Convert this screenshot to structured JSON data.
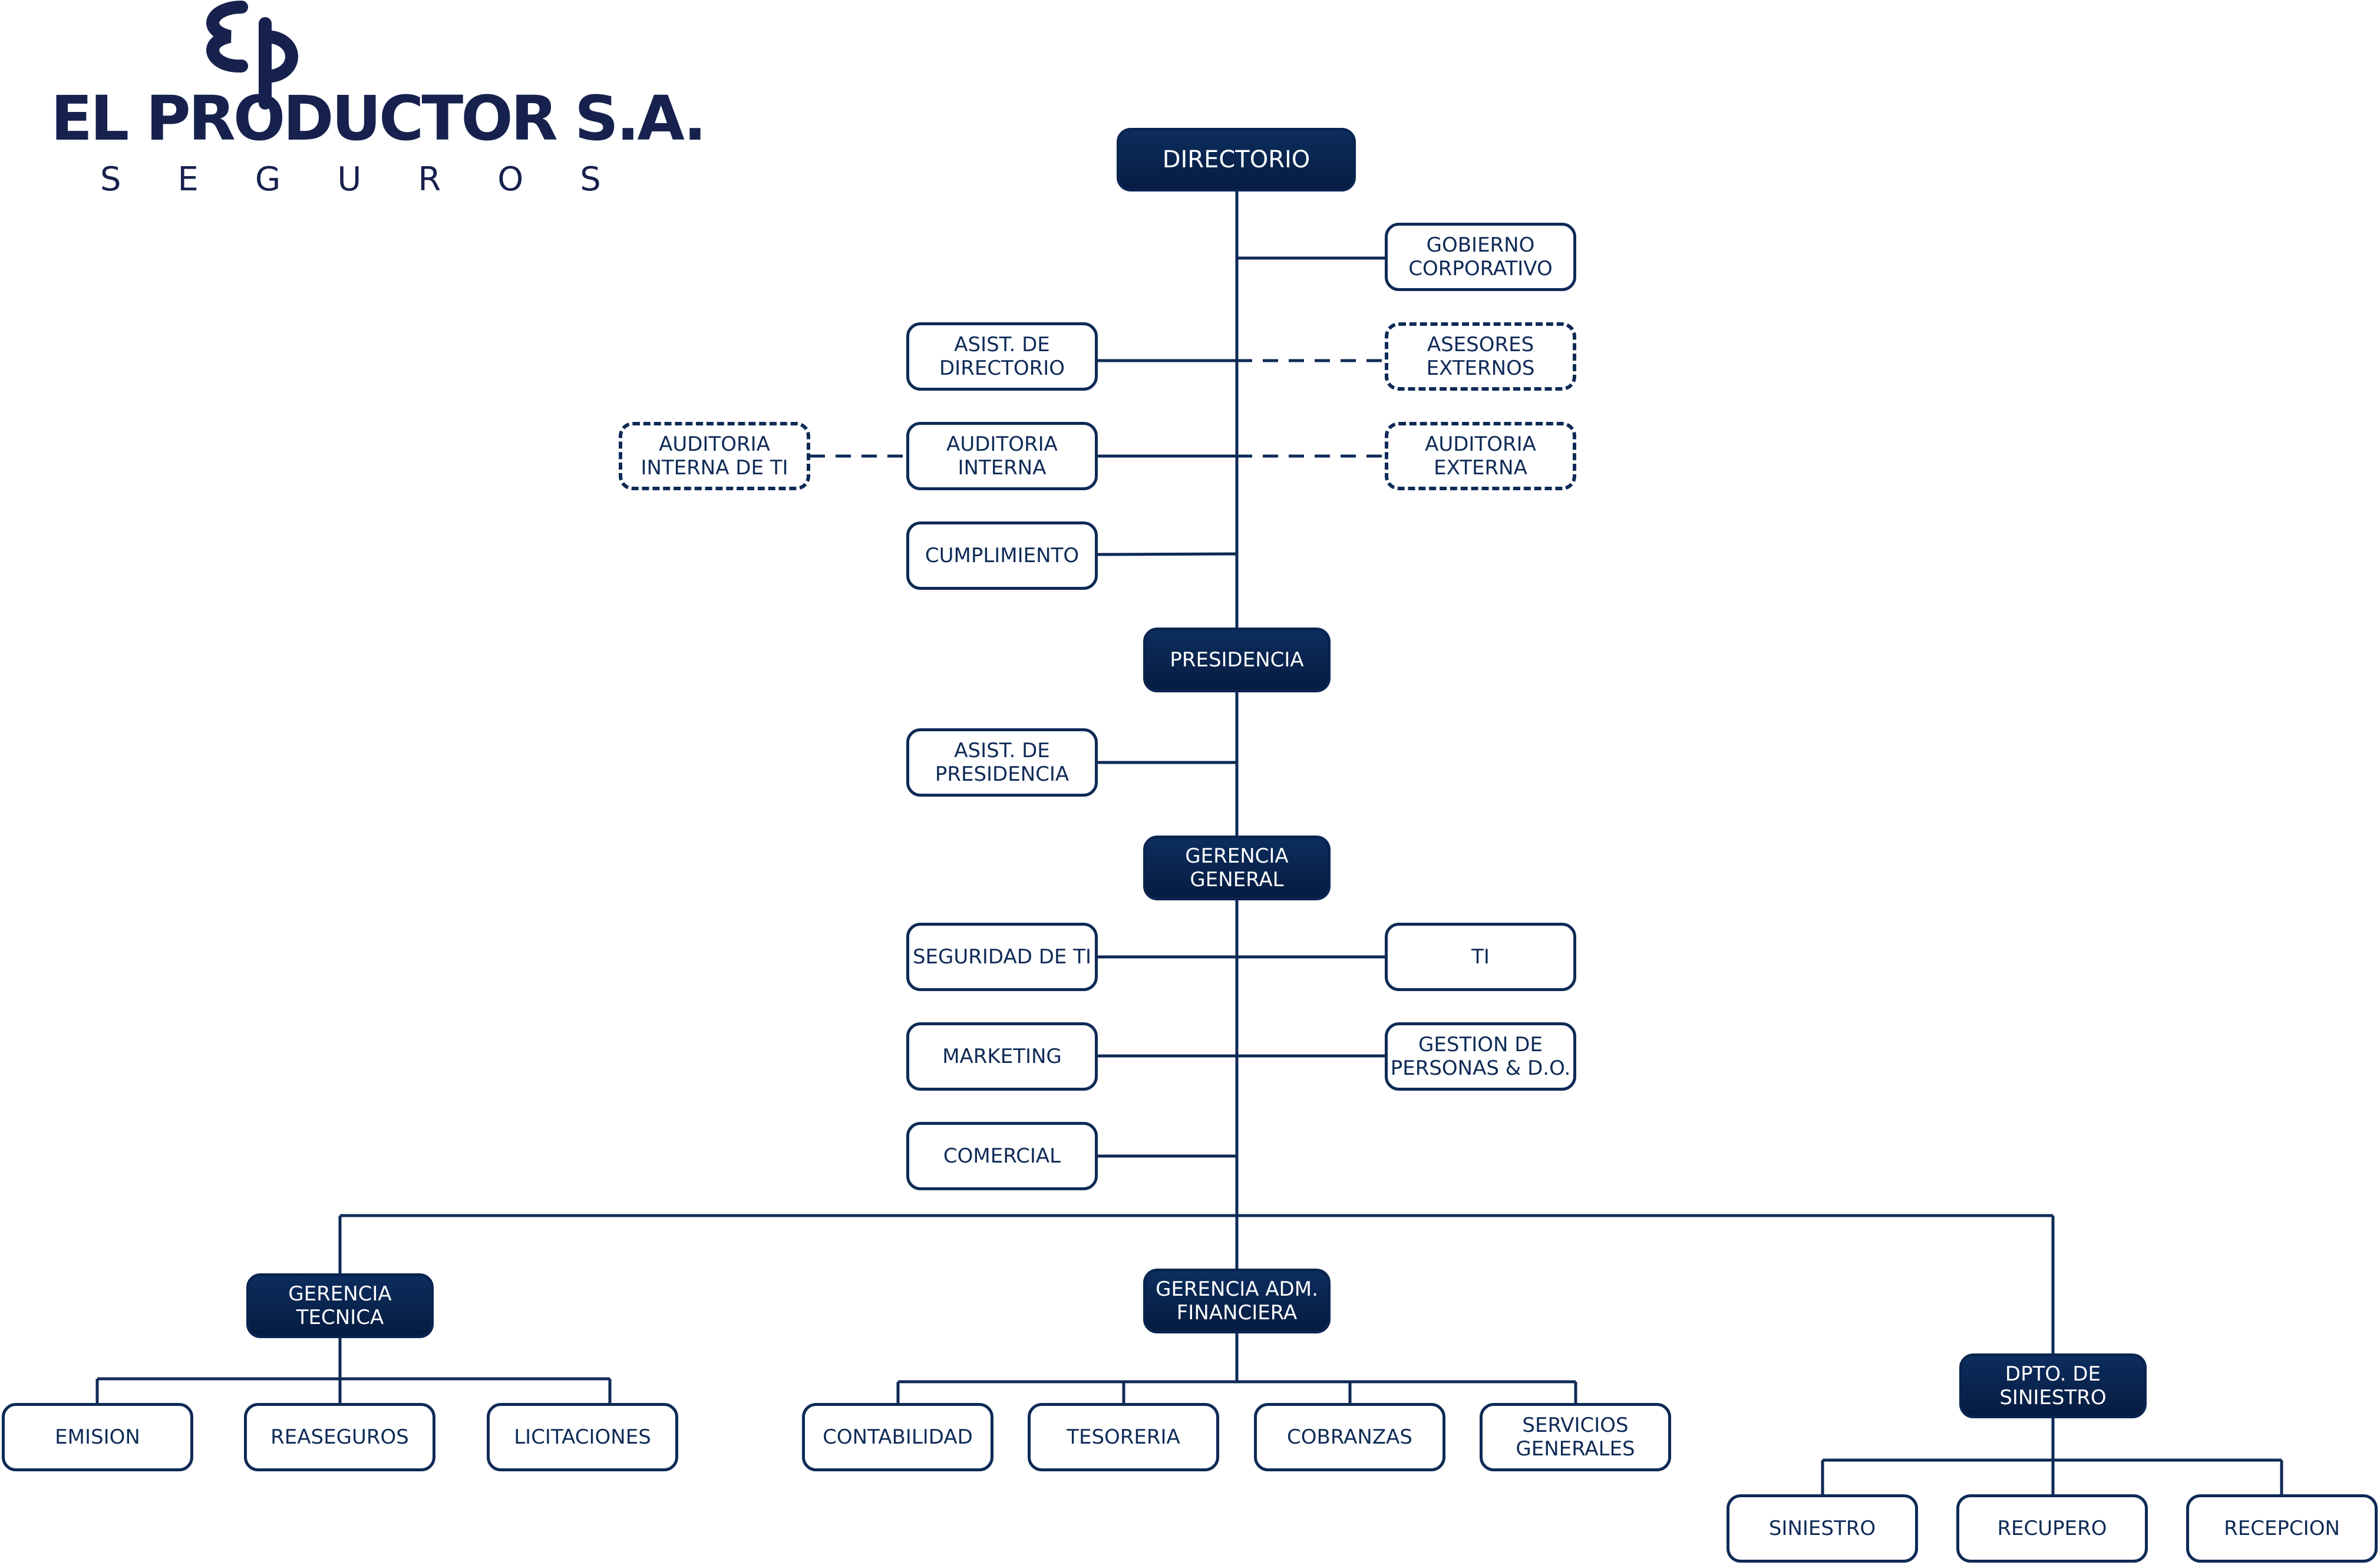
{
  "company": {
    "name": "EL PRODUCTOR S.A.",
    "tagline": "SEGUROS",
    "logo_icon": "ep-monogram-icon"
  },
  "colors": {
    "line": "#0e2a56",
    "dark_box": "#0a2a5a",
    "logo": "#16214d"
  },
  "nodes": {
    "directorio": "DIRECTORIO",
    "gobierno": "GOBIERNO\nCORPORATIVO",
    "asist_directorio": "ASIST. DE\nDIRECTORIO",
    "asesores": "ASESORES\nEXTERNOS",
    "auditoria_interna_ti": "AUDITORIA\nINTERNA DE TI",
    "auditoria_interna": "AUDITORIA\nINTERNA",
    "auditoria_externa": "AUDITORIA\nEXTERNA",
    "cumplimiento": "CUMPLIMIENTO",
    "presidencia": "PRESIDENCIA",
    "asist_presidencia": "ASIST. DE\nPRESIDENCIA",
    "gerencia_general": "GERENCIA\nGENERAL",
    "seguridad_ti": "SEGURIDAD DE TI",
    "ti": "TI",
    "marketing": "MARKETING",
    "gestion_personas": "GESTION DE\nPERSONAS & D.O.",
    "comercial": "COMERCIAL",
    "gerencia_tecnica": "GERENCIA\nTECNICA",
    "gerencia_adm": "GERENCIA ADM.\nFINANCIERA",
    "dpto_siniestro": "DPTO. DE\nSINIESTRO",
    "emision": "EMISION",
    "reaseguros": "REASEGUROS",
    "licitaciones": "LICITACIONES",
    "contabilidad": "CONTABILIDAD",
    "tesoreria": "TESORERIA",
    "cobranzas": "COBRANZAS",
    "servicios": "SERVICIOS\nGENERALES",
    "siniestro": "SINIESTRO",
    "recupero": "RECUPERO",
    "recepcion": "RECEPCION"
  }
}
